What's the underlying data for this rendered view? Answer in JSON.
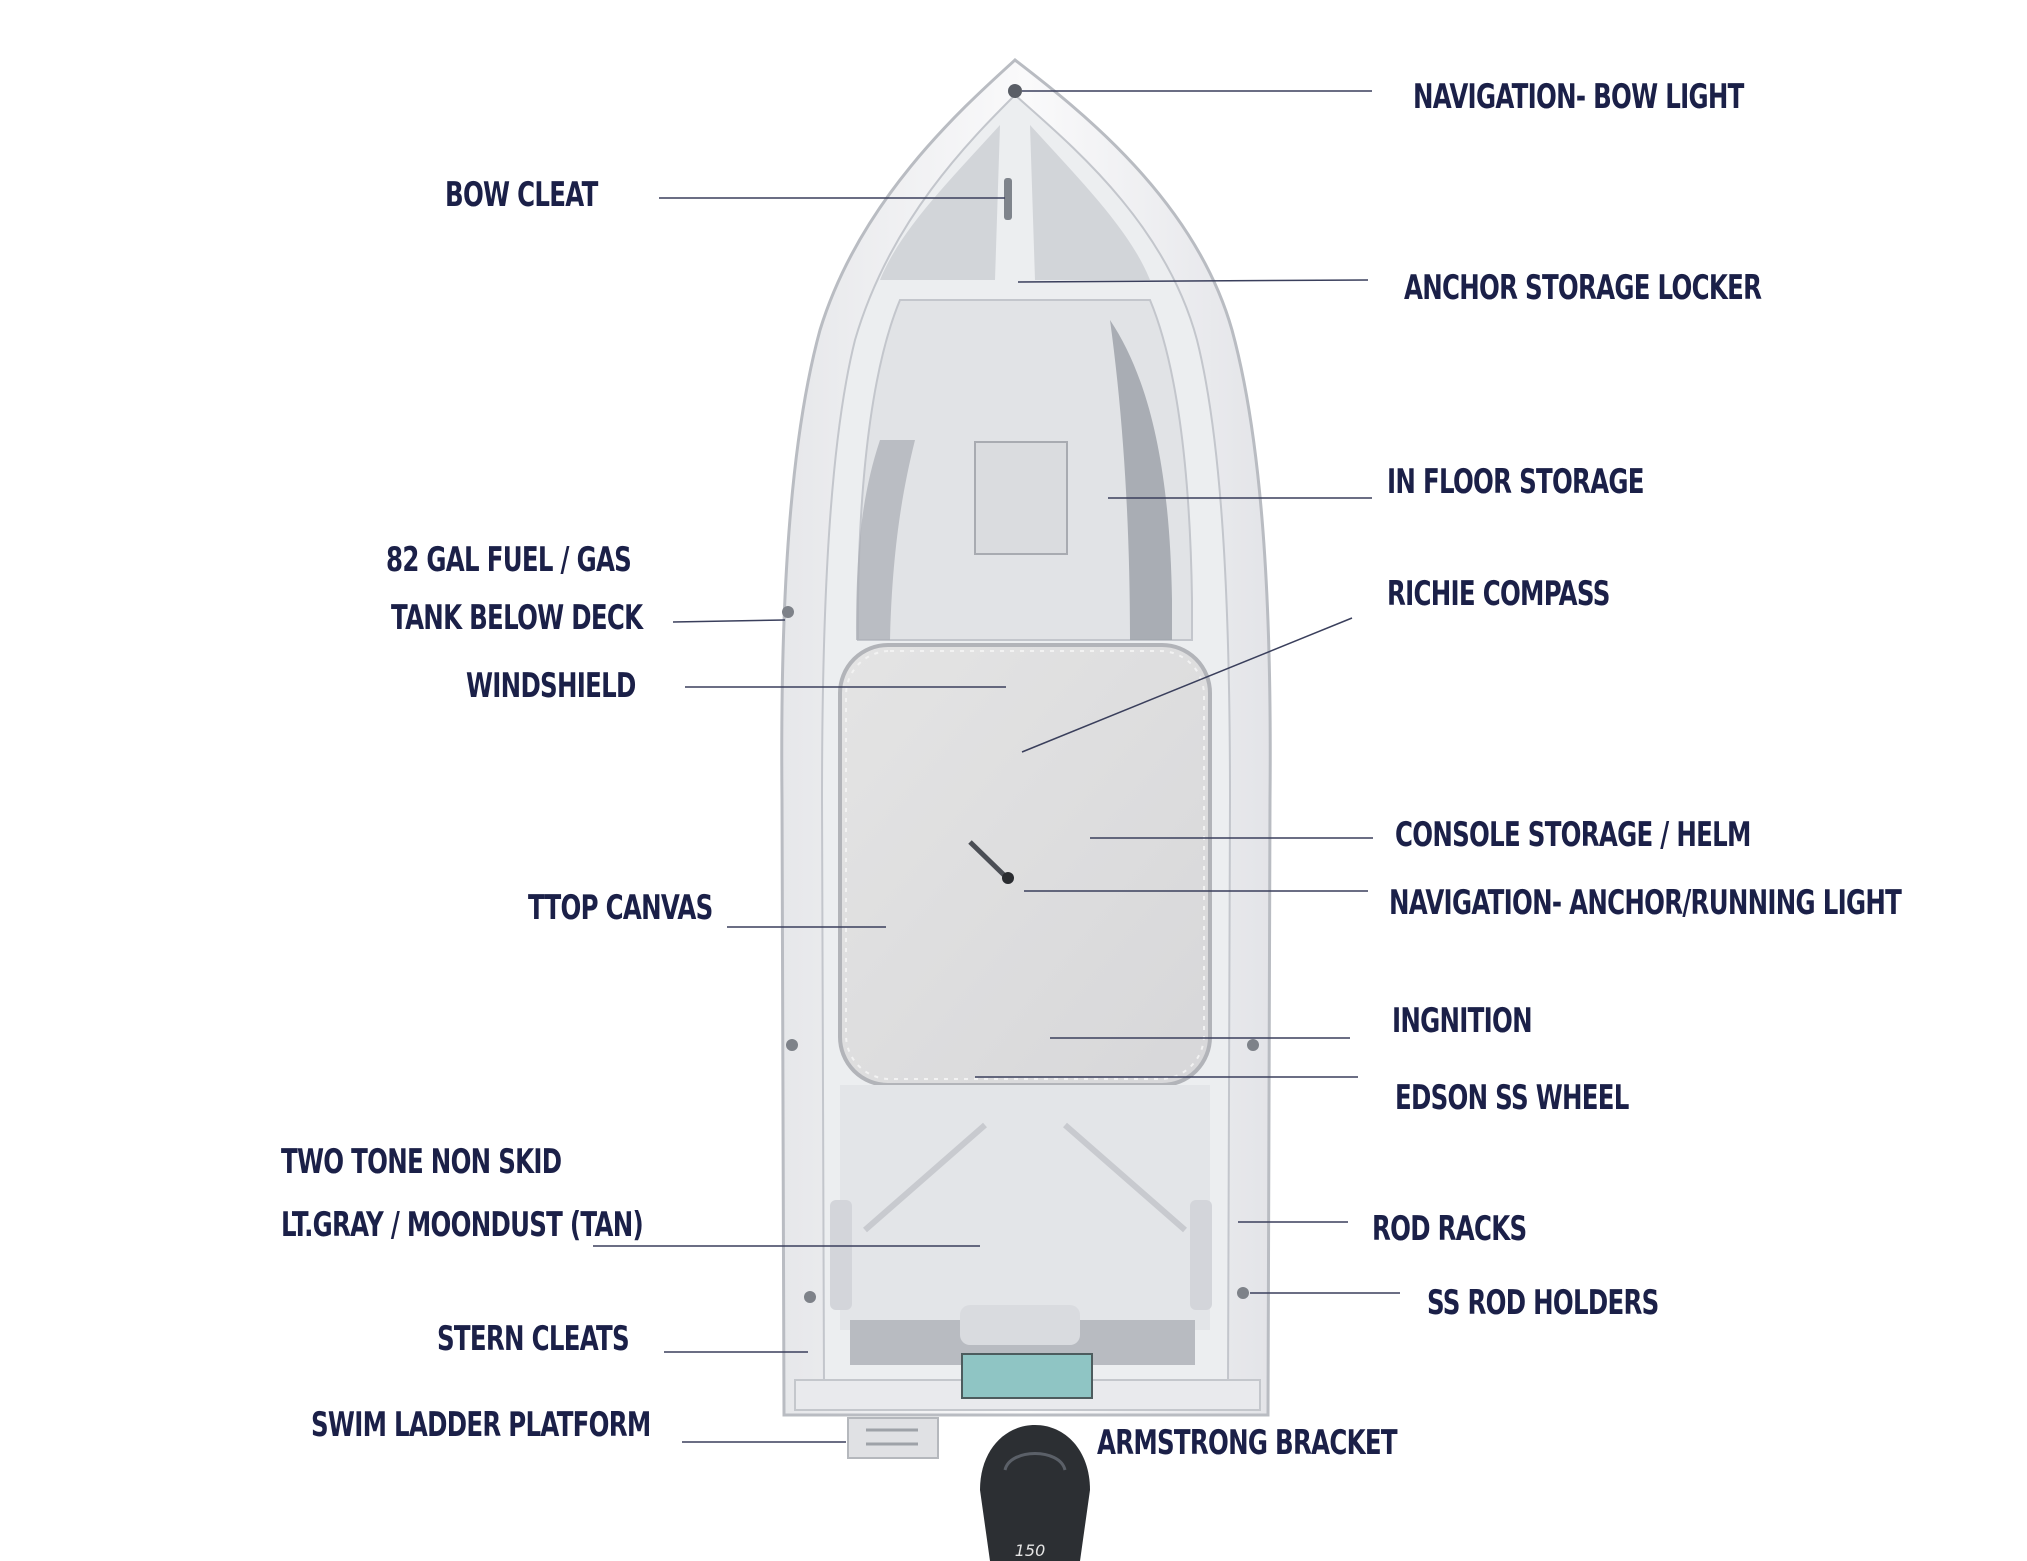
{
  "diagram": {
    "labels": {
      "bow_light": "NAVIGATION- BOW LIGHT",
      "bow_cleat": "BOW CLEAT",
      "anchor_locker": "ANCHOR STORAGE LOCKER",
      "in_floor_storage": "IN FLOOR STORAGE",
      "fuel_tank_line1": "82 GAL FUEL / GAS",
      "fuel_tank_line2": "TANK BELOW DECK",
      "richie_compass": "RICHIE COMPASS",
      "windshield": "WINDSHIELD",
      "console_storage": "CONSOLE STORAGE / HELM",
      "anchor_running_light": "NAVIGATION- ANCHOR/RUNNING LIGHT",
      "ttop_canvas": "TTOP CANVAS",
      "ignition": "INGNITION",
      "edson_wheel": "EDSON SS WHEEL",
      "non_skid_line1": "TWO TONE NON SKID",
      "non_skid_line2": "LT.GRAY / MOONDUST (TAN)",
      "rod_racks": "ROD RACKS",
      "rod_holders": "SS ROD HOLDERS",
      "stern_cleats": "STERN CLEATS",
      "swim_ladder": "SWIM LADDER PLATFORM",
      "armstrong_bracket": "ARMSTRONG BRACKET"
    },
    "engine_badge": "150"
  },
  "colors": {
    "label_text": "#1b2048",
    "leader_line": "#3a3f5c",
    "hull_white": "#f4f4f6",
    "deck_gray": "#d9dbe0",
    "shadow_gray": "#9a9ea6",
    "outboard": "#2c2f33",
    "transom_step": "#8fc5c4"
  }
}
